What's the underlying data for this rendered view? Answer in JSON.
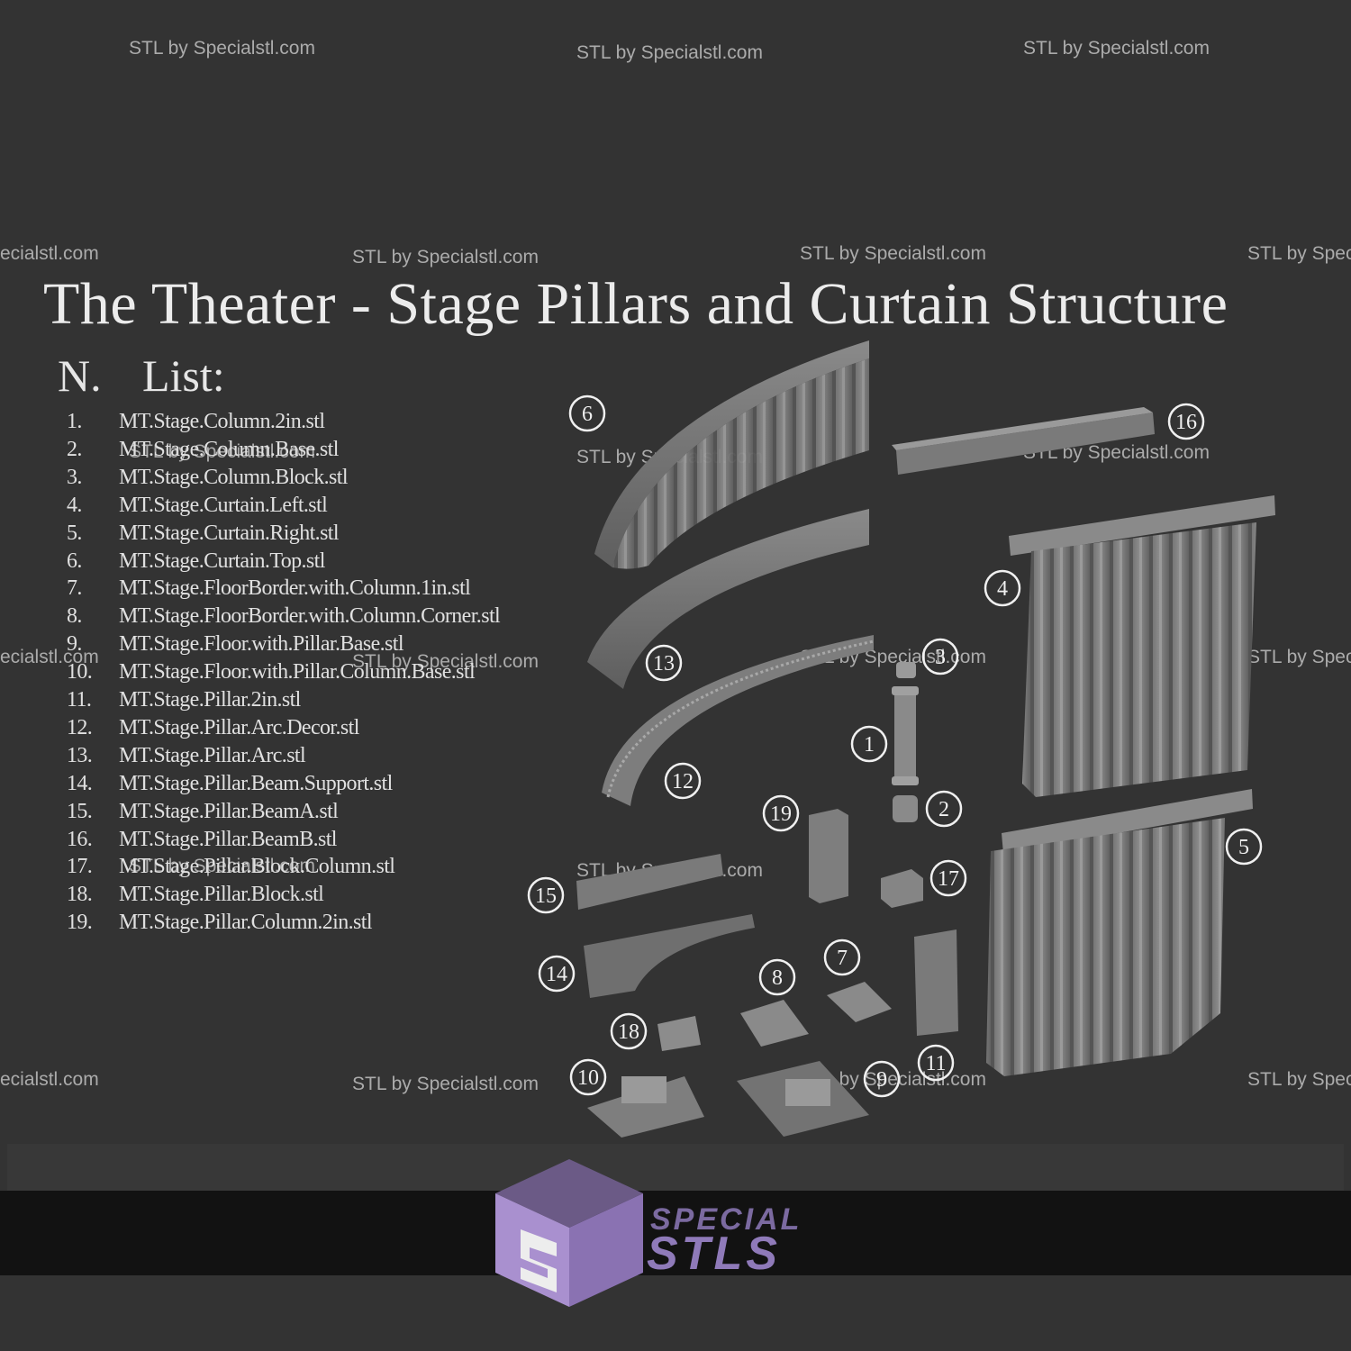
{
  "watermark": "STL by Specialstl.com",
  "watermark_partial_left": "ecialstl.com",
  "watermark_partial_right": "STL by Spec",
  "title": "The Theater - Stage Pillars and Curtain Structure",
  "list_header": {
    "number": "N.",
    "label": "List:"
  },
  "files": [
    {
      "num": "1.",
      "name": "MT.Stage.Column.2in.stl"
    },
    {
      "num": "2.",
      "name": "MT.Stage.Column.Base.stl"
    },
    {
      "num": "3.",
      "name": "MT.Stage.Column.Block.stl"
    },
    {
      "num": "4.",
      "name": "MT.Stage.Curtain.Left.stl"
    },
    {
      "num": "5.",
      "name": "MT.Stage.Curtain.Right.stl"
    },
    {
      "num": "6.",
      "name": "MT.Stage.Curtain.Top.stl"
    },
    {
      "num": "7.",
      "name": "MT.Stage.FloorBorder.with.Column.1in.stl"
    },
    {
      "num": "8.",
      "name": "MT.Stage.FloorBorder.with.Column.Corner.stl"
    },
    {
      "num": "9.",
      "name": "MT.Stage.Floor.with.Pillar.Base.stl"
    },
    {
      "num": "10.",
      "name": "MT.Stage.Floor.with.Pillar.Column.Base.stl"
    },
    {
      "num": "11.",
      "name": "MT.Stage.Pillar.2in.stl"
    },
    {
      "num": "12.",
      "name": "MT.Stage.Pillar.Arc.Decor.stl"
    },
    {
      "num": "13.",
      "name": "MT.Stage.Pillar.Arc.stl"
    },
    {
      "num": "14.",
      "name": "MT.Stage.Pillar.Beam.Support.stl"
    },
    {
      "num": "15.",
      "name": "MT.Stage.Pillar.BeamA.stl"
    },
    {
      "num": "16.",
      "name": "MT.Stage.Pillar.BeamB.stl"
    },
    {
      "num": "17.",
      "name": "MT.Stage.Pillar.Block.Column.stl"
    },
    {
      "num": "18.",
      "name": "MT.Stage.Pillar.Block.stl"
    },
    {
      "num": "19.",
      "name": "MT.Stage.Pillar.Column.2in.stl"
    }
  ],
  "callouts": [
    "1",
    "2",
    "3",
    "4",
    "5",
    "6",
    "7",
    "8",
    "9",
    "10",
    "11",
    "12",
    "13",
    "14",
    "15",
    "16",
    "17",
    "18",
    "19"
  ],
  "brand": {
    "line1": "SPECIAL",
    "line2": "STLS"
  },
  "colors": {
    "background": "#333333",
    "text": "#e6e6e6",
    "brand": "#8f7ab9"
  }
}
